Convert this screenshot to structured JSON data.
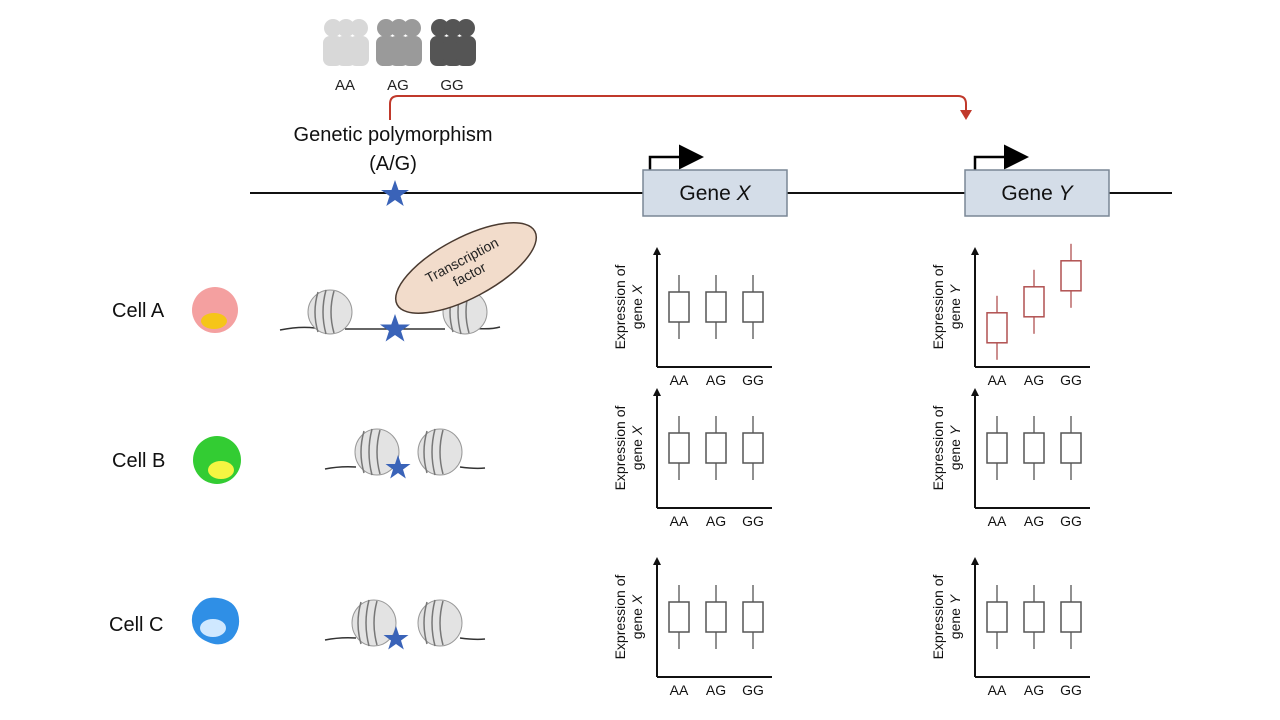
{
  "genotypes": [
    "AA",
    "AG",
    "GG"
  ],
  "snp": {
    "label_line1": "Genetic polymorphism",
    "label_line2": "(A/G)"
  },
  "genes": {
    "x": {
      "label_prefix": "Gene ",
      "label_italic": "X"
    },
    "y": {
      "label_prefix": "Gene ",
      "label_italic": "Y"
    }
  },
  "transcription_factor": {
    "line1": "Transcription",
    "line2": "factor"
  },
  "cells": [
    {
      "name": "Cell A",
      "color": "#f4a0a0",
      "nucleus_color": "#f5c518"
    },
    {
      "name": "Cell B",
      "color": "#33cc33",
      "nucleus_color": "#f5f542"
    },
    {
      "name": "Cell C",
      "color": "#2f8fe6",
      "nucleus_color": "#cfe8ff"
    }
  ],
  "axis_labels": {
    "x": {
      "line1": "Expression of",
      "line2_prefix": "gene ",
      "line2_var": "X"
    },
    "y": {
      "line1": "Expression of",
      "line2_prefix": "gene ",
      "line2_var": "Y"
    }
  },
  "colors": {
    "regulatory_arrow": "#c0392b",
    "snp_star": "#3a63b8",
    "gene_box": "#d4dde8",
    "highlight_box": "#b05050",
    "neutral_box": "#555555"
  },
  "chart_data": [
    {
      "cell": "Cell A",
      "gene": "X",
      "type": "box",
      "categories": [
        "AA",
        "AG",
        "GG"
      ],
      "medians": [
        0.5,
        0.5,
        0.5
      ],
      "trend": "none"
    },
    {
      "cell": "Cell A",
      "gene": "Y",
      "type": "box",
      "categories": [
        "AA",
        "AG",
        "GG"
      ],
      "medians": [
        0.3,
        0.55,
        0.8
      ],
      "trend": "increasing"
    },
    {
      "cell": "Cell B",
      "gene": "X",
      "type": "box",
      "categories": [
        "AA",
        "AG",
        "GG"
      ],
      "medians": [
        0.5,
        0.5,
        0.5
      ],
      "trend": "none"
    },
    {
      "cell": "Cell B",
      "gene": "Y",
      "type": "box",
      "categories": [
        "AA",
        "AG",
        "GG"
      ],
      "medians": [
        0.5,
        0.5,
        0.5
      ],
      "trend": "none"
    },
    {
      "cell": "Cell C",
      "gene": "X",
      "type": "box",
      "categories": [
        "AA",
        "AG",
        "GG"
      ],
      "medians": [
        0.5,
        0.5,
        0.5
      ],
      "trend": "none"
    },
    {
      "cell": "Cell C",
      "gene": "Y",
      "type": "box",
      "categories": [
        "AA",
        "AG",
        "GG"
      ],
      "medians": [
        0.5,
        0.5,
        0.5
      ],
      "trend": "none"
    }
  ]
}
